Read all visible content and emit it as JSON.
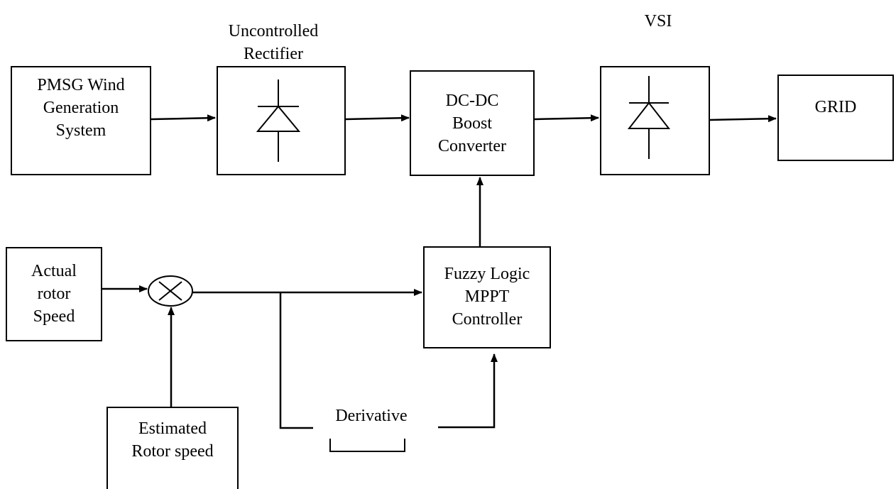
{
  "diagram": {
    "blocks": {
      "pmsg": "PMSG Wind\nGeneration\nSystem",
      "rectifier_caption": "Uncontrolled\nRectifier",
      "boost": "DC-DC\nBoost\nConverter",
      "vsi_caption": "VSI",
      "grid": "GRID",
      "actual_speed": "Actual\nrotor\nSpeed",
      "fuzzy": "Fuzzy Logic\nMPPT\nController",
      "estimated_speed": "Estimated\nRotor speed",
      "derivative": "Derivative"
    },
    "colors": {
      "stroke": "#000000",
      "background": "#ffffff"
    }
  }
}
